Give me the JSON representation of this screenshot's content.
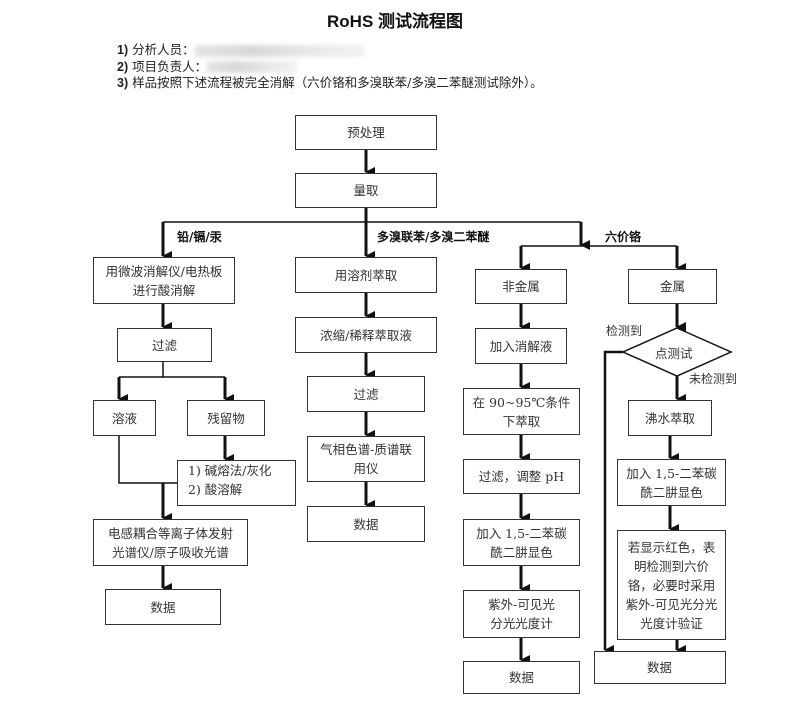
{
  "title": "RoHS 测试流程图",
  "notes": [
    {
      "num": "1)",
      "text": "分析人员：",
      "value_redacted": true
    },
    {
      "num": "2)",
      "text": "项目负责人：",
      "value_redacted": true
    },
    {
      "num": "3)",
      "text": "样品按照下述流程被完全消解（六价铬和多溴联苯/多溴二苯醚测试除外）。"
    }
  ],
  "flow": {
    "pretreatment": "预处理",
    "measure": "量取",
    "branches": {
      "heavy_metals": "铅/镉/汞",
      "pbb_pbde": "多溴联苯/多溴二苯醚",
      "cr6": "六价铬"
    },
    "heavy_metals": {
      "digest": [
        "用微波消解仪/电热板",
        "进行酸消解"
      ],
      "filter": "过滤",
      "solution": "溶液",
      "residue": "残留物",
      "residue_treatment": [
        "1) 碱熔法/灰化",
        "2) 酸溶解"
      ],
      "instrument": [
        "电感耦合等离子体发射",
        "光谱仪/原子吸收光谱"
      ],
      "data": "数据"
    },
    "pbb_pbde": {
      "extract": "用溶剂萃取",
      "concentrate": "浓缩/稀释萃取液",
      "filter": "过滤",
      "instrument": [
        "气相色谱-质谱联",
        "用仪"
      ],
      "data": "数据"
    },
    "cr6_nonmetal": {
      "label": "非金属",
      "add_digest": "加入消解液",
      "extract": [
        "在 90~95℃条件",
        "下萃取"
      ],
      "filter_ph": "过滤，调整 pH",
      "color": [
        "加入 1,5-二苯碳",
        "酰二肼显色"
      ],
      "instrument": [
        "紫外-可见光",
        "分光光度计"
      ],
      "data": "数据"
    },
    "cr6_metal": {
      "label": "金属",
      "spot_test": "点测试",
      "detected": "检测到",
      "not_detected": "未检测到",
      "boil_extract": "沸水萃取",
      "color": [
        "加入 1,5-二苯碳",
        "酰二肼显色"
      ],
      "verify": [
        "若显示红色，表",
        "明检测到六价",
        "铬，必要时采用",
        "紫外-可见光分光",
        "光度计验证"
      ],
      "data": "数据"
    }
  }
}
